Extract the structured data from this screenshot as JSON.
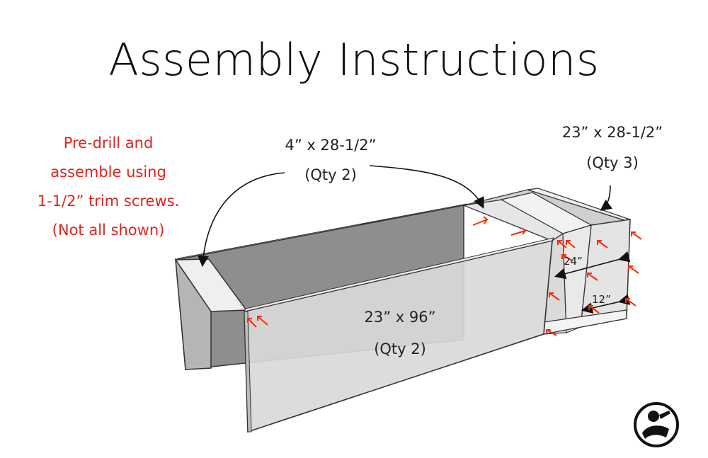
{
  "title": "Assembly Instructions",
  "note": [
    "Pre-drill and",
    "assemble using",
    "1-1/2” trim screws.",
    "(Not all shown)"
  ],
  "labels": {
    "strip_dim": "4” x 28-1/2”",
    "strip_qty": "(Qty 2)",
    "divider_dim": "23” x 28-1/2”",
    "divider_qty": "(Qty 3)",
    "side_dim": "23” x 96”",
    "side_qty": "(Qty 2)",
    "spacing_24": "24”",
    "spacing_12": "12”"
  },
  "colors": {
    "screw_arrow": "#ff2a00",
    "note_text": "#e3231b",
    "panel_fill": "#d8d8d8",
    "panel_dark": "#8c8c8c",
    "outline": "#333333"
  },
  "logo_icon": "woodworker-logo-icon"
}
